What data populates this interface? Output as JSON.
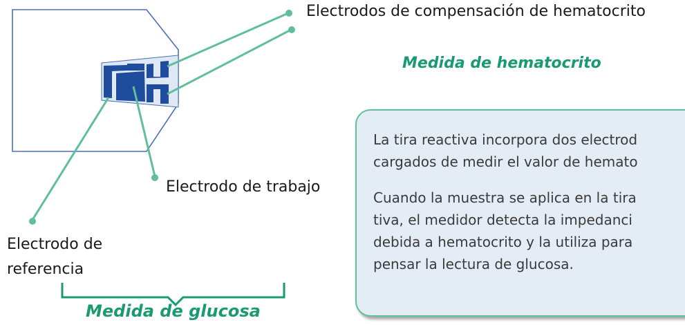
{
  "labels": {
    "hematocrito_electrodes": "Electrodos de compensación de hematocrito",
    "trabajo": "Electrodo de trabajo",
    "referencia": "Electrodo de\nreferencia"
  },
  "titles": {
    "hematocrito": "Medida de hematocrito",
    "glucosa": "Medida de glucosa"
  },
  "info_box": {
    "paragraph_1": "La tira reactiva incorpora dos electrod\ncargados de medir el valor de hemato",
    "paragraph_2": "Cuando la muestra se aplica en la tira\ntiva, el medidor detecta la impedanci\ndebida a hematocrito y la utiliza para\npensar la lectura de glucosa."
  },
  "colors": {
    "accent_green": "#1b9a72",
    "line_green": "#5fbf9a",
    "electrode_blue": "#1f4c9c",
    "strip_outline": "#4a6fb3",
    "box_fill": "#e4ecf6"
  }
}
